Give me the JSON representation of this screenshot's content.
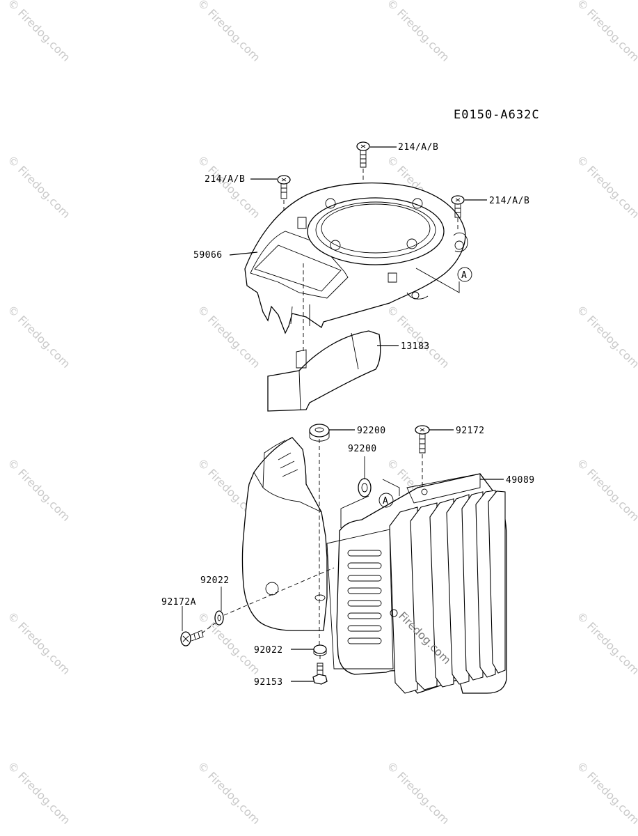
{
  "diagram_code": "E0150-A632C",
  "watermark": "Firedog.com",
  "callout_ref": "A",
  "parts": {
    "screw_top_center": "214/A/B",
    "screw_top_left": "214/A/B",
    "screw_top_right": "214/A/B",
    "fan_housing": "59066",
    "cover_plate": "13183",
    "grommet_top": "92200",
    "grommet_mid": "92200",
    "bolt_top": "92172",
    "cylinder_cover": "49089",
    "washer_left": "92022",
    "bolt_left": "92172A",
    "washer_bottom": "92022",
    "bolt_bottom": "92153"
  }
}
